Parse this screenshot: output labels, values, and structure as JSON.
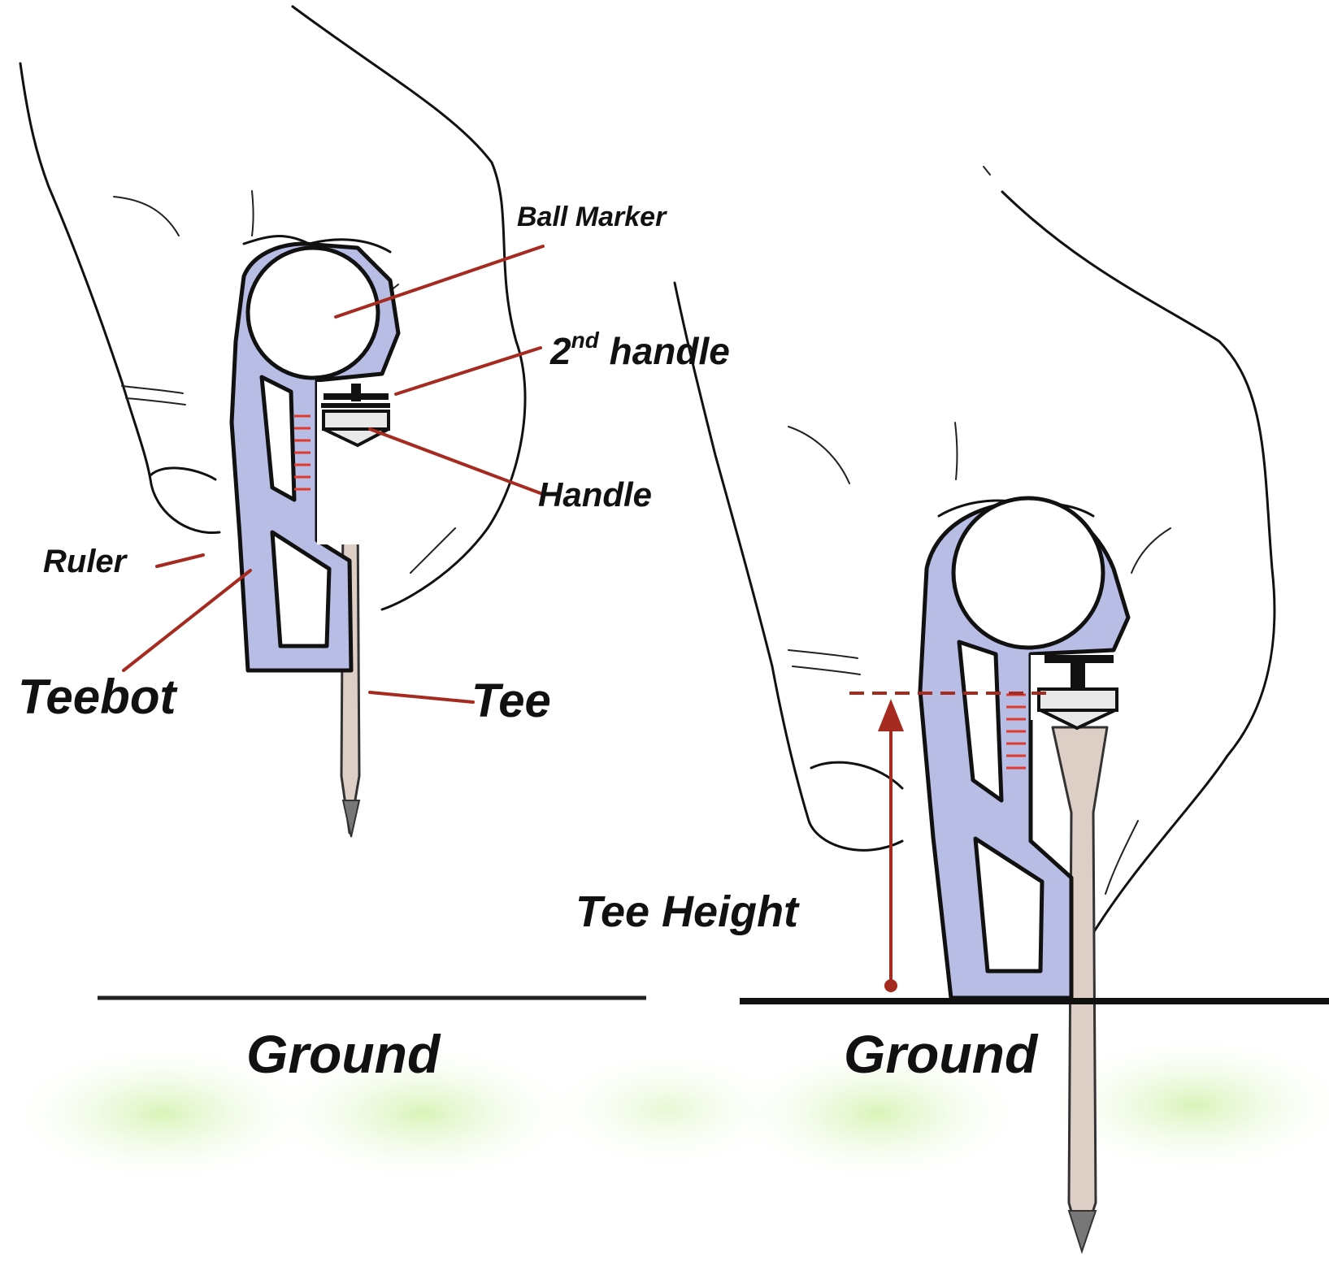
{
  "labels": {
    "ball_marker": "Ball Marker",
    "second_handle_prefix": "2",
    "second_handle_sup": "nd",
    "second_handle_suffix": " handle",
    "handle": "Handle",
    "ruler": "Ruler",
    "teebot": "Teebot",
    "tee": "Tee",
    "ground_left": "Ground",
    "ground_right": "Ground",
    "tee_height": "Tee Height"
  },
  "colors": {
    "leader": "#a52a1f",
    "teebot_body": "#b8bde6",
    "tee_body": "#ddcfc6",
    "ruler_ticks": "#e03a2c",
    "grass_glow": "#cfeeb0"
  }
}
